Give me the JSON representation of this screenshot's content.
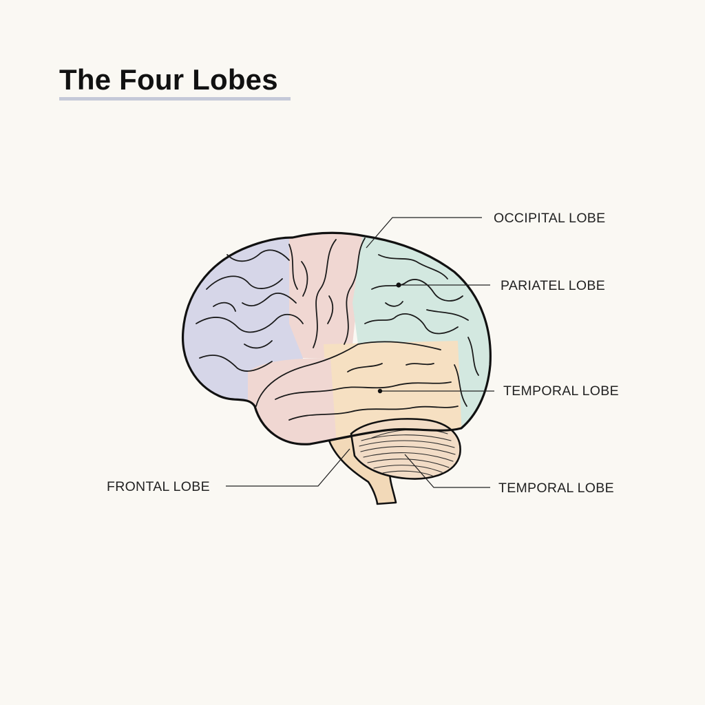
{
  "title": "The Four Lobes",
  "labels": {
    "occipital": "OCCIPITAL LOBE",
    "parietal": "PARIATEL LOBE",
    "temporal_upper": "TEMPORAL LOBE",
    "frontal": "FRONTAL LOBE",
    "temporal_lower": "TEMPORAL LOBE"
  },
  "colors": {
    "background": "#faf8f3",
    "frontal_region": "#d6d6e8",
    "central_region": "#f0d7d2",
    "posterior_region": "#d3e8e0",
    "temporal_region": "#f6e0c2",
    "brainstem": "#f2d9b8",
    "title_underline": "#c5c9d8"
  }
}
